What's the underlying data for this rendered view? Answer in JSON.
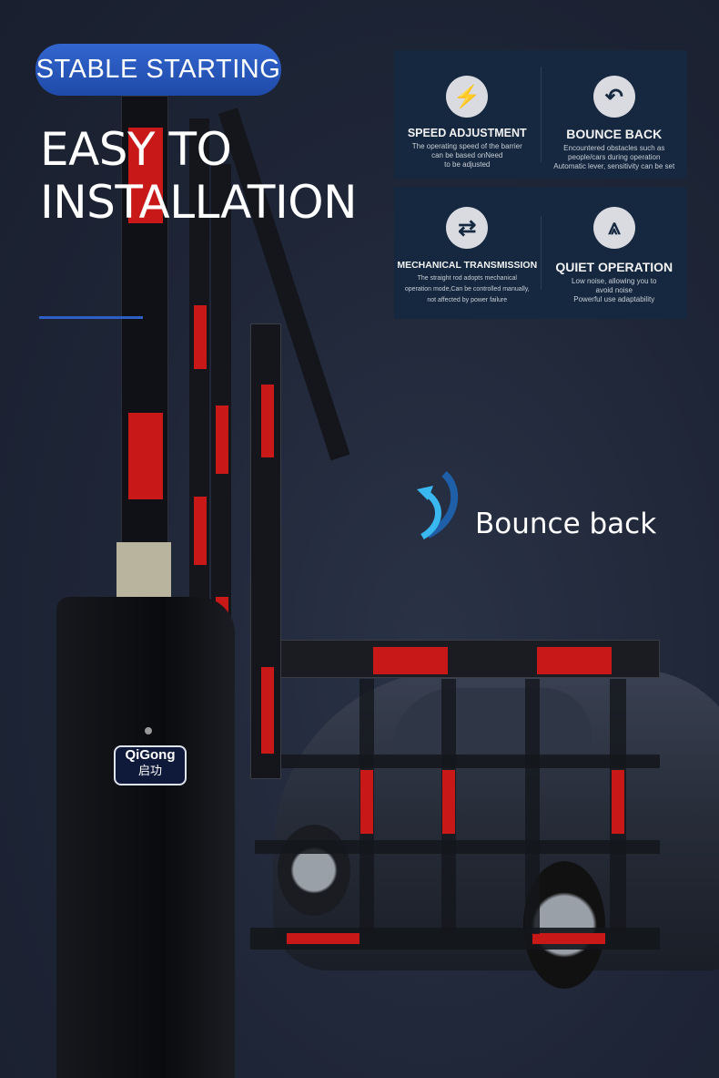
{
  "badge": "STABLE STARTING",
  "title": [
    "EASY TO",
    "INSTALLATION"
  ],
  "features": [
    {
      "icon": "lightning-icon",
      "title": "SPEED ADJUSTMENT",
      "desc": [
        "The operating speed of the barrier",
        "can be based onNeed",
        "to be adjusted"
      ]
    },
    {
      "icon": "return-arrow-icon",
      "title": "BOUNCE BACK",
      "desc": [
        "Encountered obstacles such as",
        "people/cars during operation",
        "Automatic lever, sensitivity can be set"
      ]
    },
    {
      "icon": "swap-arrows-icon",
      "title": "MECHANICAL TRANSMISSION",
      "desc": [
        "The straight rod adopts mechanical",
        "operation mode,Can be controlled manually,",
        "not affected by power failure"
      ]
    },
    {
      "icon": "road-icon",
      "title": "QUIET OPERATION",
      "desc": [
        "Low noise, allowing you to",
        "avoid noise",
        "Powerful use adaptability"
      ]
    }
  ],
  "bounce_label": "Bounce back",
  "brand": {
    "logo_text": "QiGong",
    "logo_cn": "启功"
  },
  "colors": {
    "background": "#1e2536",
    "accent": "#2d5fc4",
    "panel": "#15283f",
    "stripe": "#c81818"
  }
}
